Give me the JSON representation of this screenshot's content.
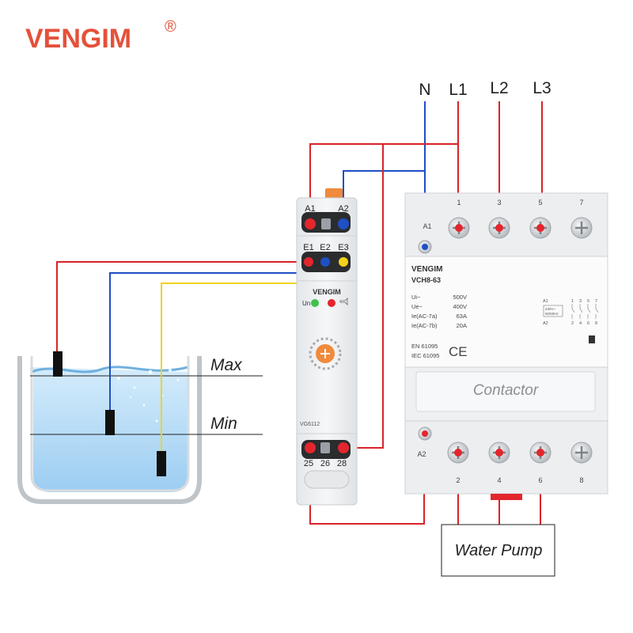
{
  "brand": {
    "name": "VENGIM",
    "mark": "®",
    "color": "#e4513a"
  },
  "supply": {
    "labels": [
      "N",
      "L1",
      "L2",
      "L3"
    ]
  },
  "tank": {
    "max_label": "Max",
    "min_label": "Min"
  },
  "relay": {
    "top_terminals": [
      "A1",
      "A2"
    ],
    "probe_terminals": [
      "E1",
      "E2",
      "E3"
    ],
    "bottom_terminals": [
      "25",
      "26",
      "28"
    ],
    "brand": "VENGIM",
    "led_label": "Un",
    "model": "VG6112"
  },
  "contactor": {
    "brand": "VENGIM",
    "model": "VCH8-63",
    "top_numbers": [
      "1",
      "3",
      "5",
      "7"
    ],
    "bottom_numbers": [
      "2",
      "4",
      "6",
      "8"
    ],
    "coil_top": "A1",
    "coil_bottom": "A2",
    "specs_labels": [
      "Ui~",
      "Ue~",
      "Ie(AC-7a)",
      "Ie(AC-7b)"
    ],
    "specs_values": [
      "500V",
      "400V",
      "63A",
      "20A"
    ],
    "standards": [
      "EN 61095",
      "IEC 61095"
    ],
    "ce_mark": "CE",
    "schematic_top": [
      "A1",
      "1",
      "3",
      "5",
      "7"
    ],
    "schematic_bottom": [
      "A2",
      "2",
      "4",
      "6",
      "8"
    ],
    "coil_rating_1": "230V~",
    "coil_rating_2": "50/60Hz",
    "window_label": "Contactor"
  },
  "load": {
    "label": "Water Pump"
  },
  "colors": {
    "red": "#d8232a",
    "blue": "#1f4fc4",
    "yellow": "#f2d21a",
    "terminal_red": "#e3262d"
  }
}
